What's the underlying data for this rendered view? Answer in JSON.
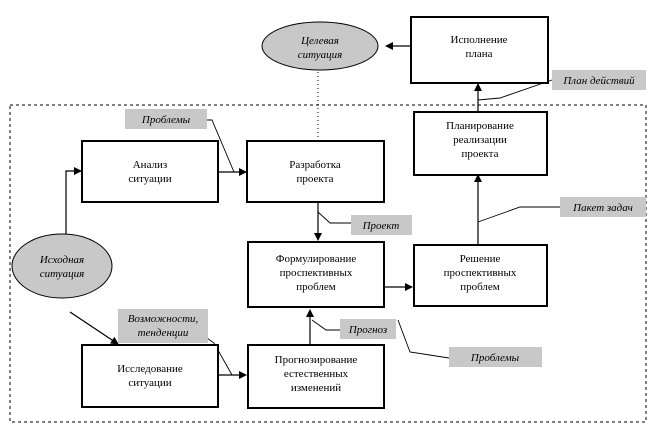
{
  "boxes": {
    "analysis": [
      "Анализ",
      "ситуации"
    ],
    "development": [
      "Разработка",
      "проекта"
    ],
    "formulation": [
      "Формулирование",
      "проспективных",
      "проблем"
    ],
    "solution": [
      "Решение",
      "проспективных",
      "проблем"
    ],
    "planning": [
      "Планирование",
      "реализации",
      "проекта"
    ],
    "execution": [
      "Исполнение",
      "плана"
    ],
    "research": [
      "Исследование",
      "ситуации"
    ],
    "forecasting": [
      "Прогнозирование",
      "естественных",
      "изменений"
    ]
  },
  "ellipses": {
    "target": [
      "Целевая",
      "ситуация"
    ],
    "initial": [
      "Исходная",
      "ситуация"
    ]
  },
  "tags": {
    "problems_top": [
      "Проблемы"
    ],
    "project": [
      "Проект"
    ],
    "task_package": [
      "Пакет задач"
    ],
    "action_plan": [
      "План действий"
    ],
    "opportunities": [
      "Возможности,",
      "тенденции"
    ],
    "forecast": [
      "Прогноз"
    ],
    "problems_bottom": [
      "Проблемы"
    ]
  },
  "colors": {
    "ellipse_fill": "#c8c8c8",
    "tag_fill": "#c8c8c8",
    "line": "#000000",
    "background": "#ffffff"
  }
}
